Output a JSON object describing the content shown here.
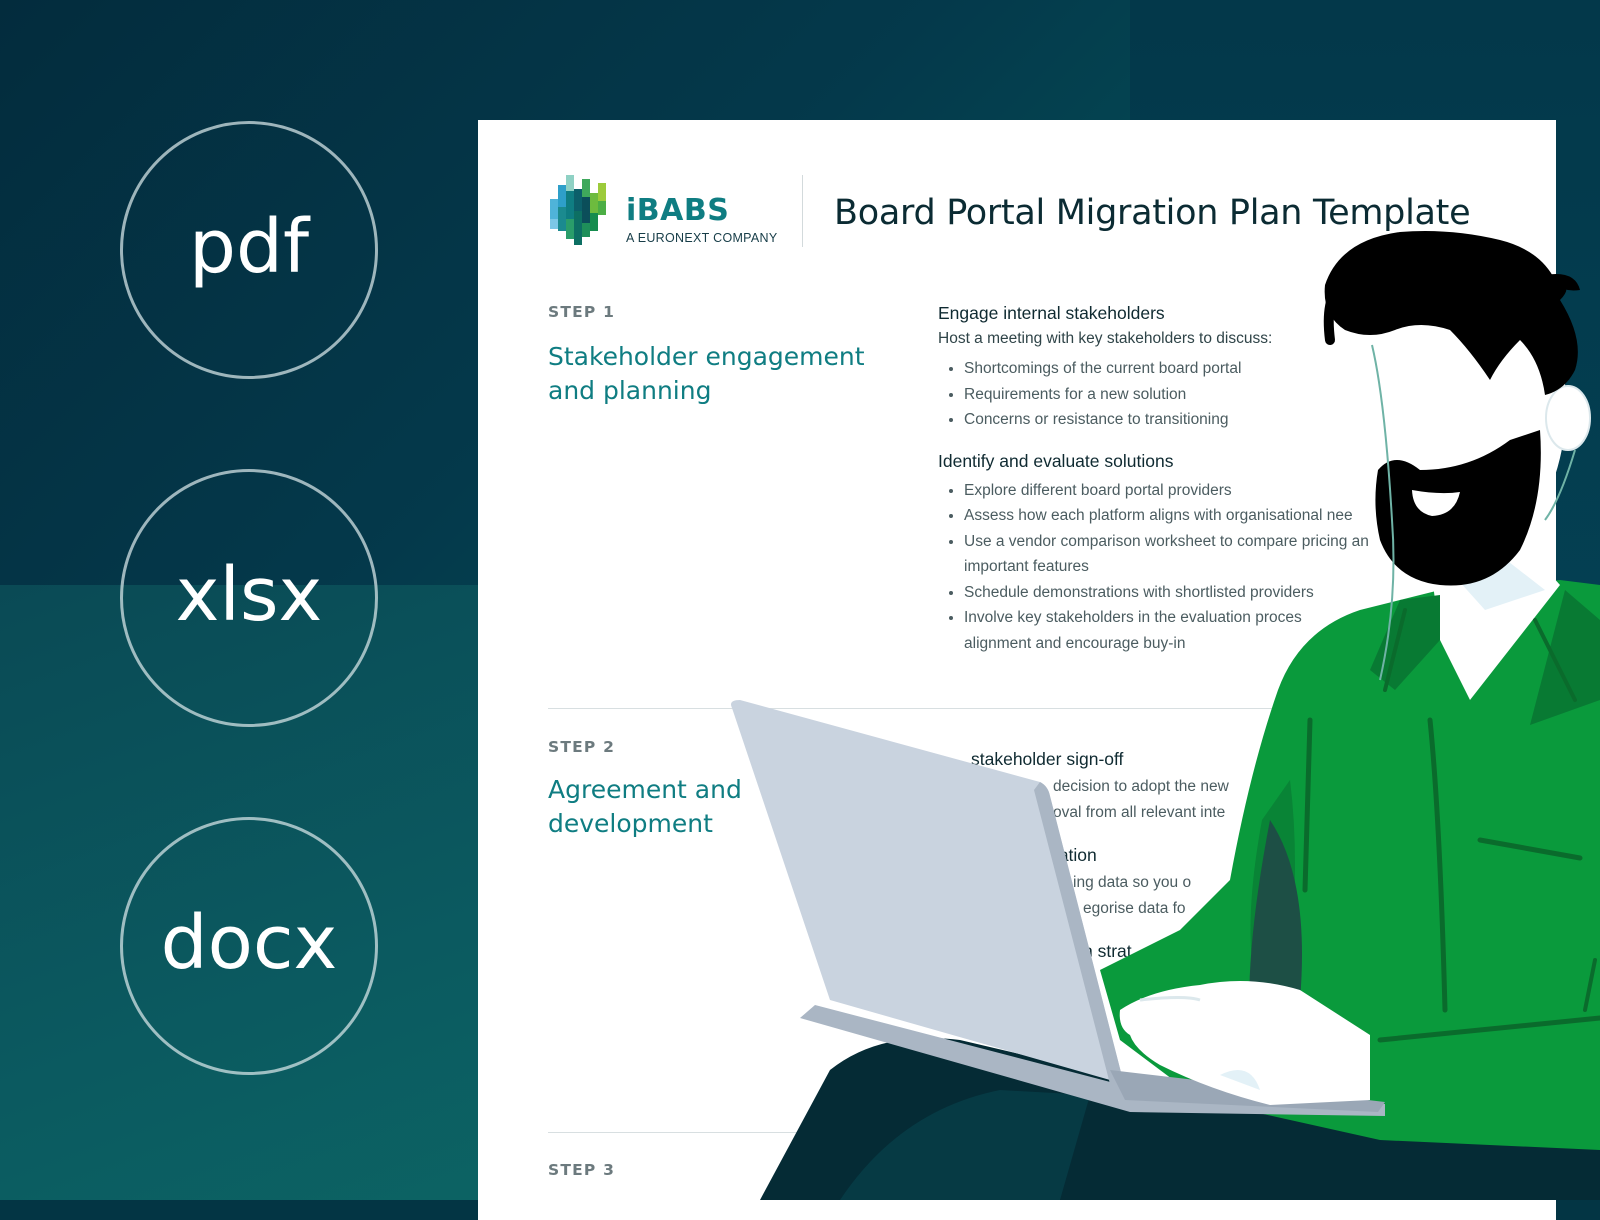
{
  "formats": [
    "pdf",
    "xlsx",
    "docx"
  ],
  "document": {
    "brand": "iBABS",
    "brand_subtitle": "A EURONEXT COMPANY",
    "title": "Board Portal Migration Plan Template",
    "steps": [
      {
        "label": "STEP 1",
        "title": "Stakeholder engagement and planning",
        "sections": [
          {
            "heading": "Engage internal stakeholders",
            "intro": "Host a meeting with key stakeholders to discuss:",
            "bullets": [
              "Shortcomings of the current board portal",
              "Requirements for a new solution",
              "Concerns or resistance to transitioning"
            ]
          },
          {
            "heading": "Identify and evaluate solutions",
            "bullets": [
              "Explore different board portal providers",
              "Assess how each platform aligns with organisational nee",
              "Use a vendor comparison worksheet to compare pricing an important features",
              "Schedule demonstrations with shortlisted providers",
              "Involve key stakeholders in the evaluation proces alignment and encourage buy-in"
            ]
          }
        ]
      },
      {
        "label": "STEP 2",
        "title": "Agreement and development",
        "title_line1": "Agreement and",
        "title_line2": "development",
        "fragments": {
          "heading1": "stakeholder sign-off",
          "line1": "decision to adopt the new",
          "line2": "oval from all relevant inte",
          "heading2": "ration",
          "line3": "ing data so you o",
          "line4": "egorise data fo",
          "heading3": "n strat"
        }
      },
      {
        "label": "STEP 3"
      }
    ]
  },
  "colors": {
    "accent": "#0f7d82",
    "shirt": "#0a9a3c",
    "laptop": "#c9d3df",
    "background": "#033544"
  }
}
